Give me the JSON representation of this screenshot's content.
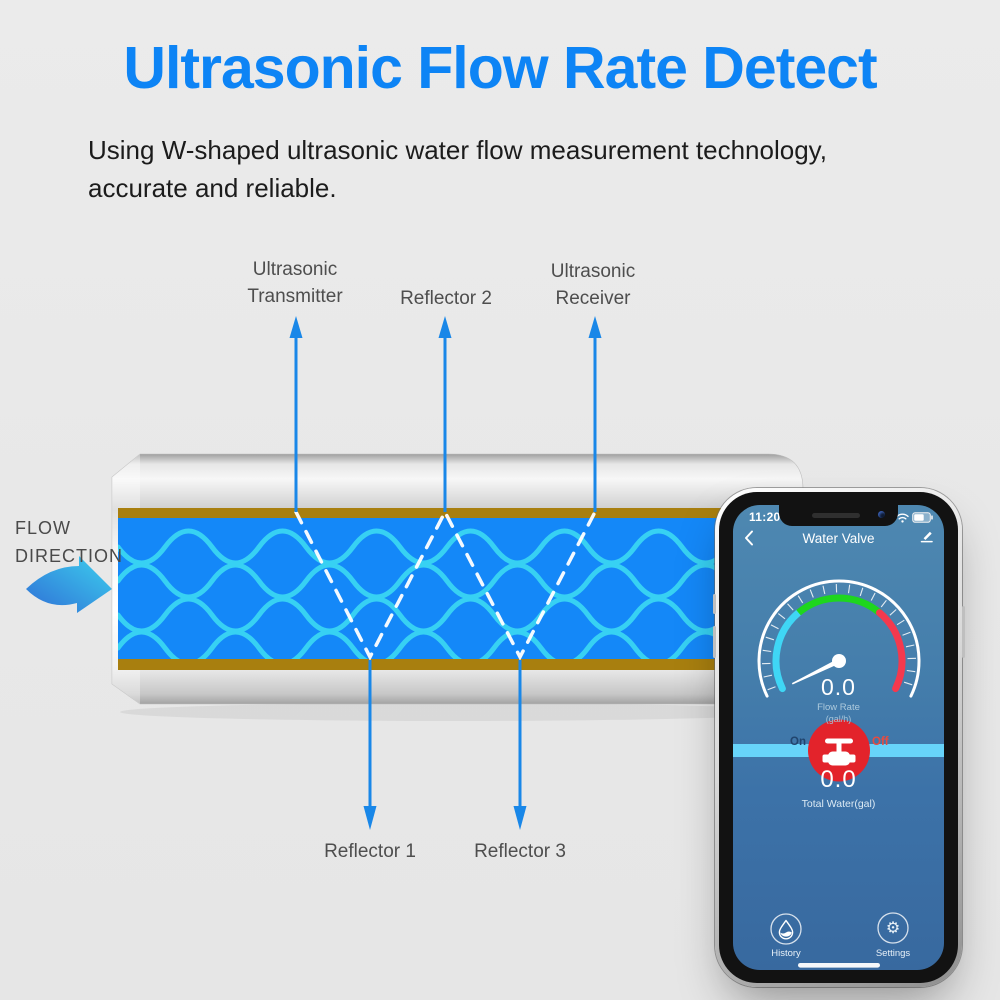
{
  "header": {
    "title": "Ultrasonic Flow Rate Detect",
    "subtitle": "Using W-shaped ultrasonic water flow measurement technology, accurate and reliable."
  },
  "diagram": {
    "flow_direction": "FLOW\nDIRECTION",
    "labels": {
      "transmitter": "Ultrasonic Transmitter",
      "reflector2": "Reflector 2",
      "receiver": "Ultrasonic Receiver",
      "reflector1": "Reflector 1",
      "reflector3": "Reflector 3"
    }
  },
  "phone": {
    "status_bar": {
      "time": "11:20"
    },
    "nav": {
      "title": "Water Valve"
    },
    "gauge": {
      "value": "0.0",
      "label": "Flow Rate",
      "unit": "(gal/h)"
    },
    "valve": {
      "on_label": "On",
      "off_label": "Off"
    },
    "total": {
      "value": "0.0",
      "label": "Total Water(gal)"
    },
    "footer": {
      "history_label": "History",
      "settings_label": "Settings",
      "settings_glyph": "⚙"
    }
  },
  "icons": {
    "back": "chevron-left-icon",
    "edit": "pencil-icon",
    "wifi": "wifi-icon",
    "battery": "battery-icon",
    "valve": "valve-icon",
    "history": "water-drop-icon",
    "settings": "gear-icon"
  },
  "colors": {
    "title_blue": "#0d84f5",
    "arrow_blue": "#1987e8",
    "water_blue": "#1488f8",
    "wave_cyan": "#3bd8f3",
    "pipe_gold": "#a87f0f",
    "screen_top": "#4e88b1",
    "screen_bottom": "#38699f",
    "gauge_cyan": "#3fd6f5",
    "gauge_green": "#1ed61e",
    "gauge_red": "#f4394e",
    "valve_red": "#e3232b",
    "band_cyan": "#67d4fa",
    "on_navy": "#21456e",
    "off_red": "#e84b40"
  }
}
